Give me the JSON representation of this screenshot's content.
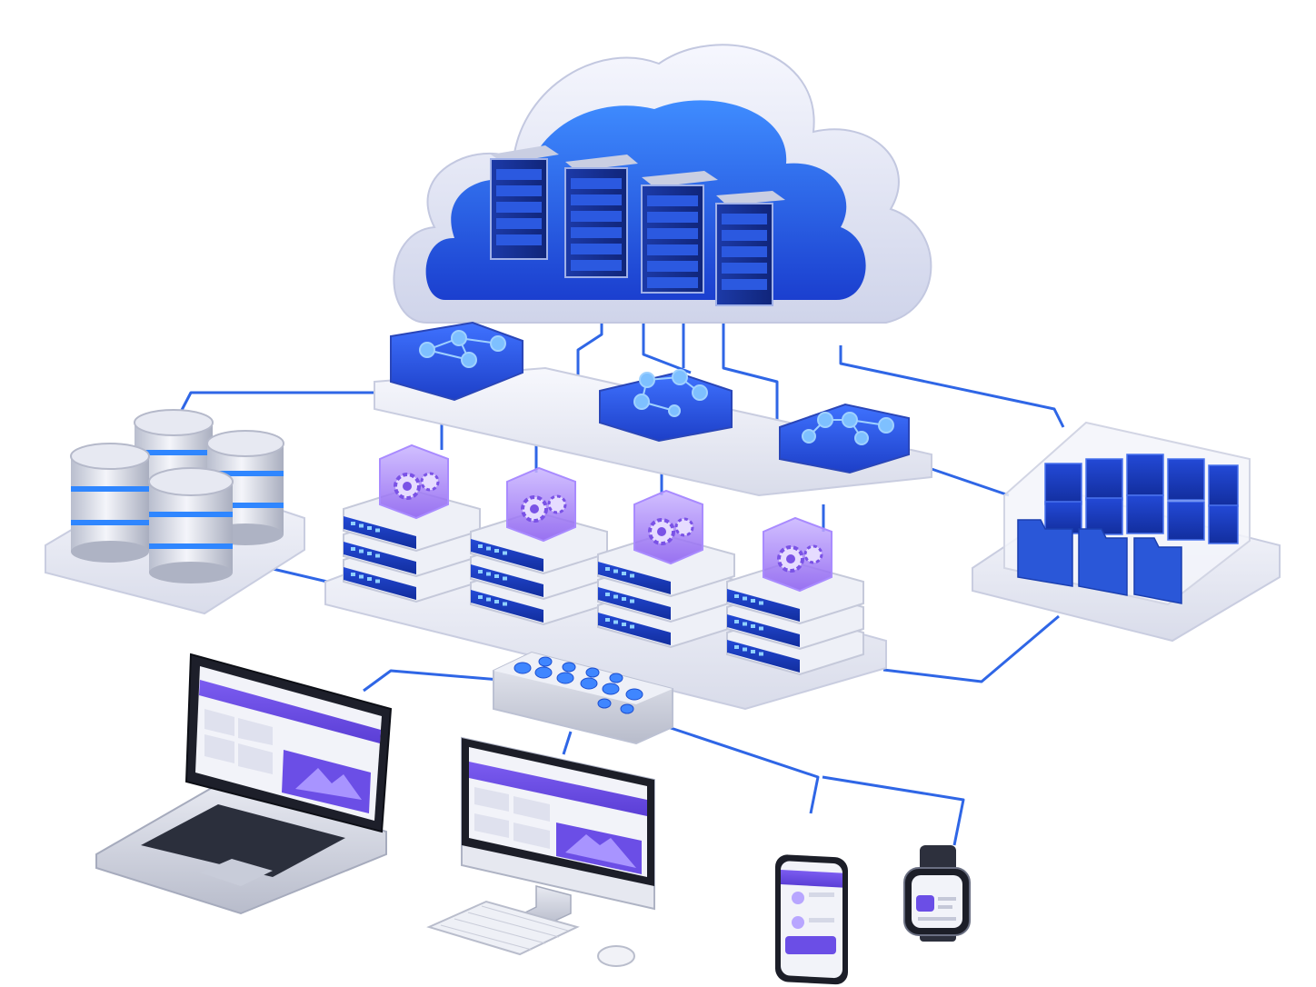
{
  "diagram": {
    "nodes": [
      {
        "id": "cloud",
        "kind": "cloud data center",
        "icon": "cloud-servers-icon",
        "server_count": 4
      },
      {
        "id": "switch-1",
        "kind": "network switch",
        "icon": "network-nodes-icon"
      },
      {
        "id": "switch-2",
        "kind": "network switch",
        "icon": "network-nodes-icon"
      },
      {
        "id": "switch-3",
        "kind": "network switch",
        "icon": "network-nodes-icon"
      },
      {
        "id": "databases",
        "kind": "database cluster",
        "icon": "database-stack-icon",
        "cylinder_count": 4
      },
      {
        "id": "app-1",
        "kind": "application server",
        "icon": "gear-cube-icon"
      },
      {
        "id": "app-2",
        "kind": "application server",
        "icon": "gear-cube-icon"
      },
      {
        "id": "app-3",
        "kind": "application server",
        "icon": "gear-cube-icon"
      },
      {
        "id": "app-4",
        "kind": "application server",
        "icon": "gear-cube-icon"
      },
      {
        "id": "storage",
        "kind": "file storage",
        "icon": "folder-storage-icon",
        "folder_count": 3
      },
      {
        "id": "hub",
        "kind": "network hub",
        "icon": "hub-icon"
      },
      {
        "id": "laptop",
        "kind": "laptop",
        "icon": "laptop-icon"
      },
      {
        "id": "desktop",
        "kind": "desktop monitor",
        "icon": "monitor-icon"
      },
      {
        "id": "phone",
        "kind": "smartphone",
        "icon": "phone-icon"
      },
      {
        "id": "watch",
        "kind": "smartwatch",
        "icon": "watch-icon"
      }
    ],
    "edges": [
      [
        "cloud",
        "switch-1"
      ],
      [
        "cloud",
        "switch-2"
      ],
      [
        "cloud",
        "switch-3"
      ],
      [
        "cloud",
        "storage"
      ],
      [
        "switch-1",
        "databases"
      ],
      [
        "switch-1",
        "app-1"
      ],
      [
        "switch-2",
        "app-2"
      ],
      [
        "switch-2",
        "app-3"
      ],
      [
        "switch-3",
        "app-4"
      ],
      [
        "switch-3",
        "storage"
      ],
      [
        "databases",
        "app-1"
      ],
      [
        "storage",
        "app-4"
      ],
      [
        "hub",
        "laptop"
      ],
      [
        "hub",
        "desktop"
      ],
      [
        "hub",
        "phone"
      ],
      [
        "hub",
        "watch"
      ]
    ]
  },
  "colors": {
    "accent": "#2a57d8",
    "accent_light": "#5aa6ff",
    "purple": "#8a5cf0",
    "platform": "#eceef6",
    "silver": "#d4d8e4"
  }
}
